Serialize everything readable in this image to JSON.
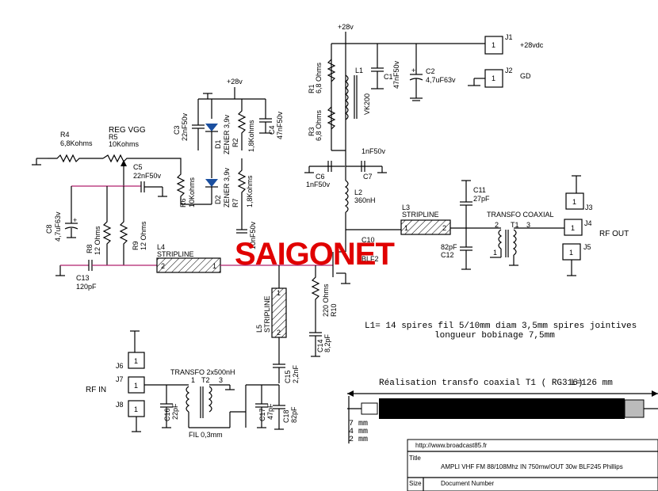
{
  "supply": {
    "top": "+28v",
    "mid": "+28v",
    "j1_label": "+28vdc",
    "gd_label": "GD"
  },
  "connectors": {
    "J1": "J1",
    "J2": "J2",
    "J3": "J3",
    "J4": "J4",
    "J5": "J5",
    "J6": "J6",
    "J7": "J7",
    "J8": "J8",
    "pin": "1"
  },
  "components": {
    "R1": "R1",
    "R1_val": "6,8 Ohms",
    "R3": "R3",
    "R3_val": "6,8 Ohms",
    "L1": "L1",
    "L1_val": "VK200",
    "C1": "C1",
    "C1_val": "47nF50v",
    "C2": "C2",
    "C2_val": "4,7uF63v",
    "R4": "R4",
    "R4_val": "6,8Kohms",
    "R5": "R5",
    "R5_val": "10Kohms",
    "reg": "REG VGG",
    "C3": "C3",
    "C3_val": "22nF50v",
    "D1": "D1",
    "D1_val": "ZENER 3,9v",
    "D2": "D2",
    "D2_val": "ZENER 3,9v",
    "R2": "R2",
    "R2_val": "1,8Kohms",
    "C4": "C4",
    "C4_val": "47nF50v",
    "R7": "R7",
    "R7_val": "1,8Kohms",
    "C5": "C5",
    "C5_val": "22nF50v",
    "R6": "R6",
    "R6_val": "10Kohms",
    "C6": "C6",
    "C6_val": "1nF50v",
    "C7": "C7",
    "C7_val": "1nF50v",
    "L2": "L2",
    "L2_val": "360nH",
    "L3": "L3",
    "L3_val": "STRIPLINE",
    "C11": "C11",
    "C11_val": "27pF",
    "C12": "C12",
    "C12_val": "82pF",
    "transfo_coax": "TRANSFO COAXIAL",
    "T1": "T1",
    "C8": "C8",
    "C8_val": "4,7uF63v",
    "R8": "R8",
    "R8_val": "12 Ohms",
    "R9": "R9",
    "R9_val": "12 Ohms",
    "L4": "L4",
    "L4_val": "STRIPLINE",
    "C13": "C13",
    "C13_val": "120pF",
    "C9_val": "10nF50v",
    "C10": "C10",
    "q_partial": "BLF2",
    "L5": "L5",
    "L5_val": "STRIPLINE",
    "R10": "R10",
    "R10_val": "220 Ohms",
    "C14": "C14",
    "C14_val": "8,2pF",
    "C15": "C15",
    "C15_val": "2,2nF",
    "transfo_in": "TRANSFO 2x500nH",
    "T2": "T2",
    "C16": "C16",
    "C16_val": "22pF",
    "C17": "C17",
    "C17_val": "47pF",
    "C18": "C18",
    "C18_val": "82pF",
    "fil": "FIL 0,3mm"
  },
  "ports": {
    "rf_out": "RF OUT",
    "rf_in": "RF IN"
  },
  "watermark": "SAIGONET",
  "notes": {
    "line1": "L1= 14 spires fil 5/10mm diam 3,5mm spires jointives",
    "line2": "longueur bobinage 7,5mm",
    "coax_title": "Réalisation transfo coaxial   T1 ( RG316)",
    "coax_len": "L=126 mm",
    "dim1": "7 mm",
    "dim2": "4 mm",
    "dim3": "2 mm"
  },
  "title_block": {
    "url": "http://www.broadcast85.fr",
    "title_label": "Title",
    "title": "AMPLI VHF FM 88/108Mhz IN 750mw/OUT 30w BLF245 Phillips",
    "size_label": "Size",
    "doc_label": "Document Number"
  }
}
